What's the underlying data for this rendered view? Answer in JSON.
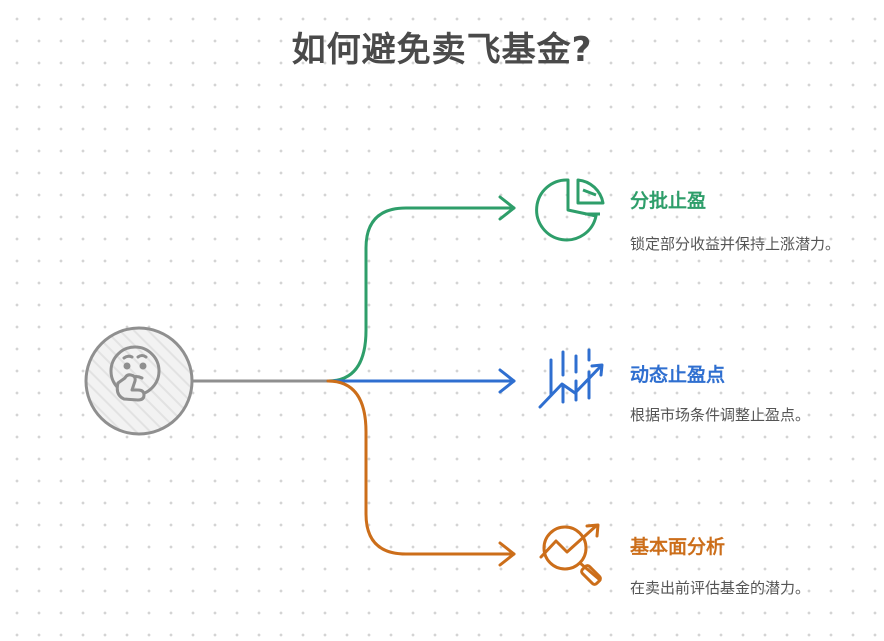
{
  "title": "如何避免卖飞基金?",
  "center": {
    "icon": "thinking-face-icon"
  },
  "branches": [
    {
      "title": "分批止盈",
      "description": "锁定部分收益并保持上涨潜力。",
      "icon": "pie-chart-icon",
      "color": "#2e9e6a"
    },
    {
      "title": "动态止盈点",
      "description": "根据市场条件调整止盈点。",
      "icon": "trend-bars-icon",
      "color": "#2f6fd0"
    },
    {
      "title": "基本面分析",
      "description": "在卖出前评估基金的潜力。",
      "icon": "magnifier-trend-icon",
      "color": "#cc6e1a"
    }
  ]
}
